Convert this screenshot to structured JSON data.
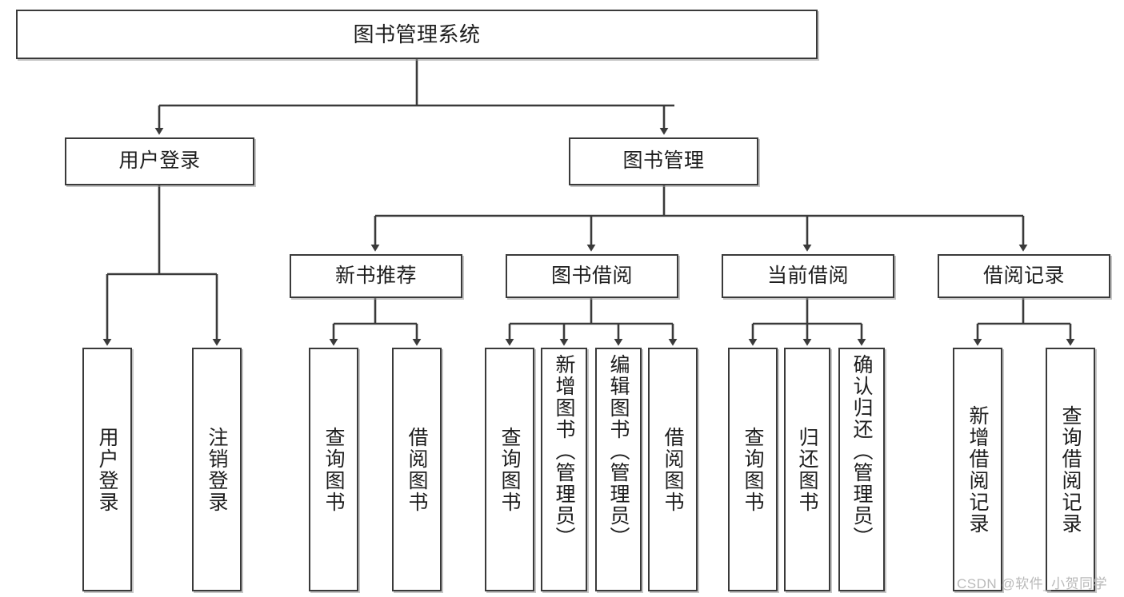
{
  "diagram": {
    "type": "tree-hierarchy",
    "title": "图书管理系统",
    "watermark": "CSDN @软件_小贺同学",
    "colors": {
      "box_border": "#3a3a3a",
      "box_fill": "#ffffff",
      "connector": "#3a3a3a",
      "text": "#1d1d1d",
      "watermark": "#b9b9b9",
      "background": "#ffffff"
    },
    "root": {
      "label": "图书管理系统"
    },
    "level2": [
      {
        "label": "用户登录"
      },
      {
        "label": "图书管理"
      }
    ],
    "level3": [
      {
        "label": "新书推荐"
      },
      {
        "label": "图书借阅"
      },
      {
        "label": "当前借阅"
      },
      {
        "label": "借阅记录"
      }
    ],
    "leaves": {
      "user_login": [
        {
          "label": "用户登录"
        },
        {
          "label": "注销登录"
        }
      ],
      "new_book": [
        {
          "label": "查询图书"
        },
        {
          "label": "借阅图书"
        }
      ],
      "book_borrow": [
        {
          "label": "查询图书"
        },
        {
          "label": "新增图书（管理员）"
        },
        {
          "label": "编辑图书（管理员）"
        },
        {
          "label": "借阅图书"
        }
      ],
      "current_borrow": [
        {
          "label": "查询图书"
        },
        {
          "label": "归还图书"
        },
        {
          "label": "确认归还（管理员）"
        }
      ],
      "borrow_record": [
        {
          "label": "新增借阅记录"
        },
        {
          "label": "查询借阅记录"
        }
      ]
    }
  }
}
